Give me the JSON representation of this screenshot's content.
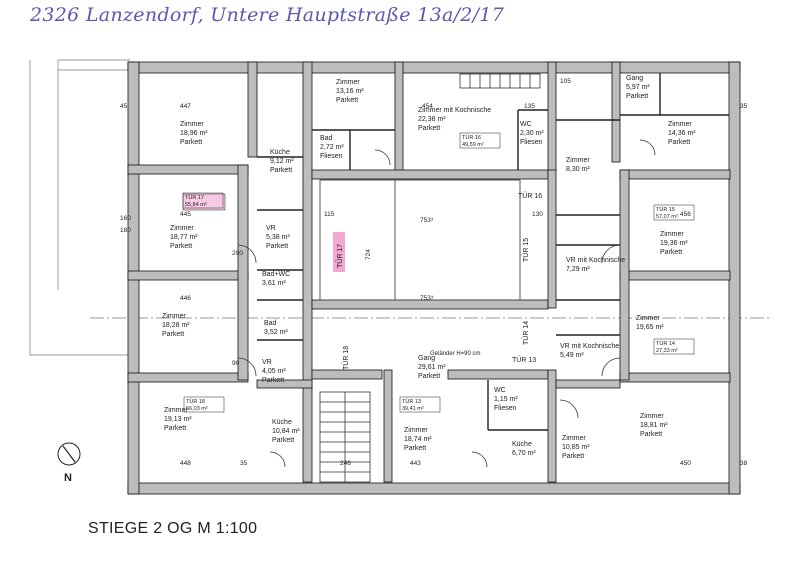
{
  "header_note": "2326 Lanzendorf, Untere Hauptstraße 13a/2/17",
  "caption": "STIEGE 2 OG M 1:100",
  "north_label": "N",
  "highlight_color": "#f3a7d2",
  "handwriting_color": "#5a57b5",
  "rooms": [
    {
      "name": "Zimmer",
      "area": "18,96 m²",
      "floor": "Parkett"
    },
    {
      "name": "Zimmer",
      "area": "13,16 m²",
      "floor": "Parkett"
    },
    {
      "name": "Zimmer mit Kochnische",
      "area": "22,38 m²",
      "floor": "Parkett"
    },
    {
      "name": "Gang",
      "area": "5,97 m²",
      "floor": "Parkett"
    },
    {
      "name": "Zimmer",
      "area": "14,36 m²",
      "floor": "Parkett"
    },
    {
      "name": "Küche",
      "area": "9,12 m²",
      "floor": "Parkett"
    },
    {
      "name": "Bad",
      "area": "2,72 m²",
      "floor": "Fliesen"
    },
    {
      "name": "WC",
      "area": "2,30 m²",
      "floor": "Fliesen"
    },
    {
      "name": "Zimmer",
      "area": "8,30 m²",
      "floor": ""
    },
    {
      "name": "Zimmer",
      "area": "18,77 m²",
      "floor": "Parkett"
    },
    {
      "name": "VR",
      "area": "5,38 m²",
      "floor": "Parkett"
    },
    {
      "name": "Zimmer",
      "area": "19,36 m²",
      "floor": "Parkett"
    },
    {
      "name": "Bad+WC",
      "area": "3,61 m²",
      "floor": ""
    },
    {
      "name": "VR mit Kochnische",
      "area": "7,29 m²",
      "floor": ""
    },
    {
      "name": "Zimmer",
      "area": "18,28 m²",
      "floor": "Parkett"
    },
    {
      "name": "Bad",
      "area": "3,52 m²",
      "floor": ""
    },
    {
      "name": "Zimmer",
      "area": "19,65 m²",
      "floor": ""
    },
    {
      "name": "VR mit Kochnische",
      "area": "5,49 m²",
      "floor": ""
    },
    {
      "name": "VR",
      "area": "4,05 m²",
      "floor": "Parkett"
    },
    {
      "name": "Gang",
      "area": "29,61 m²",
      "floor": "Parkett"
    },
    {
      "name": "Zimmer",
      "area": "19,13 m²",
      "floor": "Parkett"
    },
    {
      "name": "Küche",
      "area": "10,84 m²",
      "floor": "Parkett"
    },
    {
      "name": "Zimmer",
      "area": "18,74 m²",
      "floor": "Parkett"
    },
    {
      "name": "WC",
      "area": "1,15 m²",
      "floor": "Fliesen"
    },
    {
      "name": "Küche",
      "area": "6,70 m²",
      "floor": ""
    },
    {
      "name": "Zimmer",
      "area": "10,85 m²",
      "floor": "Parkett"
    },
    {
      "name": "Zimmer",
      "area": "18,81 m²",
      "floor": "Parkett"
    }
  ],
  "units": [
    {
      "label": "TÜR 17",
      "area": "55,84 m²"
    },
    {
      "label": "TÜR 16",
      "area": "49,59 m²"
    },
    {
      "label": "TÜR 15",
      "area": "57,07 m²"
    },
    {
      "label": "TÜR 14",
      "area": "27,33 m²"
    },
    {
      "label": "TÜR 18",
      "area": "56,03 m²"
    },
    {
      "label": "TÜR 13",
      "area": "39,41 m²"
    }
  ],
  "door_labels": [
    "TÜR 16",
    "TÜR 15",
    "TÜR 14",
    "TÜR 13",
    "TÜR 18",
    "TÜR 17"
  ],
  "dims": [
    "447",
    "454",
    "445",
    "446",
    "753³",
    "753³",
    "456",
    "448",
    "443",
    "450",
    "724",
    "135",
    "115",
    "130",
    "246",
    "105",
    "160",
    "180",
    "45",
    "35",
    "200",
    "90",
    "35",
    "38"
  ],
  "note_railing": "Geländer H=90 cm"
}
